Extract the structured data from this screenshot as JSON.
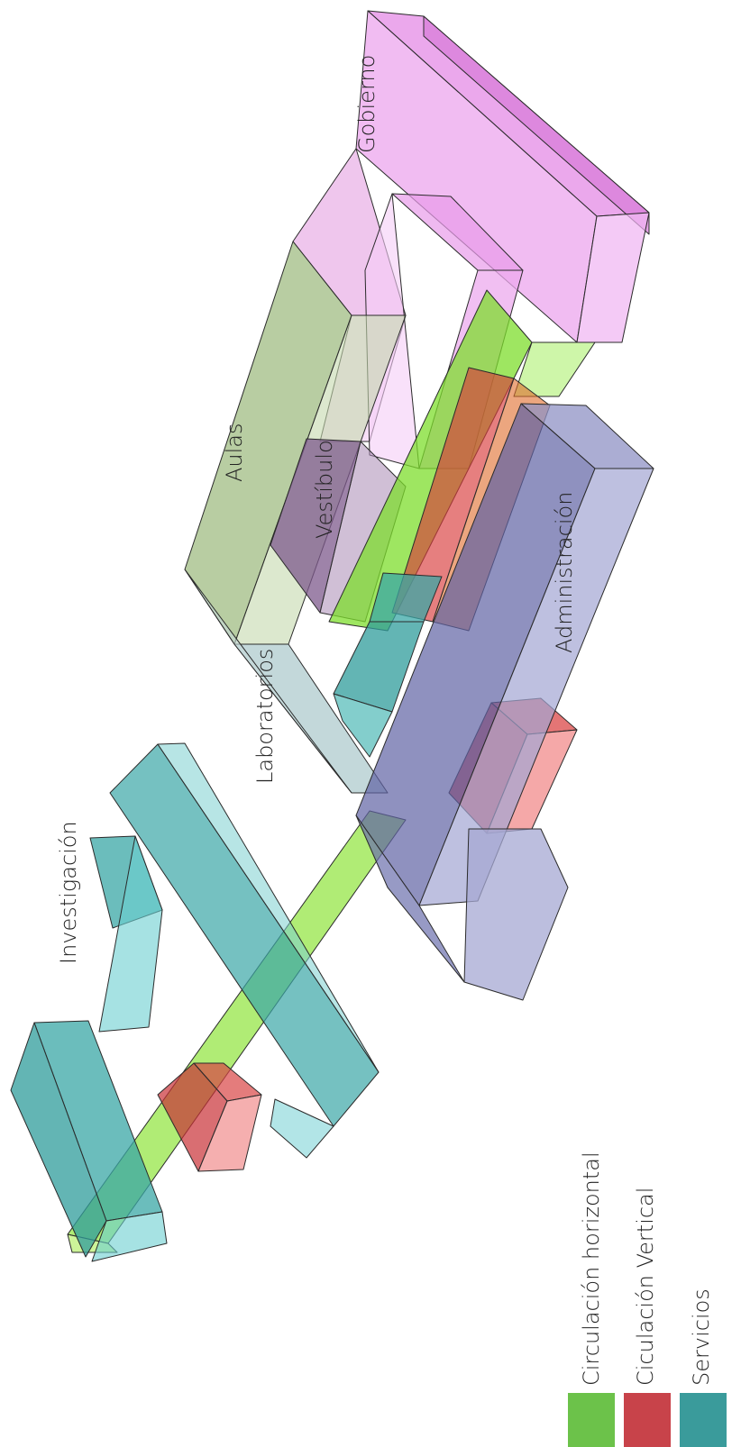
{
  "colors": {
    "horizontal": "#7dde2c",
    "vertical": "#d83a3a",
    "servicios": "#3aa7a6",
    "administracion": "#5f63a4",
    "gobierno": "#e48be6",
    "aulas": "#9ec07a",
    "vestibulo": "#7d5a8c",
    "laboratorios": "#9fc3c5"
  },
  "labels": {
    "gobierno": "Gobierno",
    "aulas": "Aulas",
    "vestibulo": "Vestíbulo",
    "administracion": "Administración",
    "laboratorios": "Laboratorios",
    "investigacion": "Investigación"
  },
  "legend": [
    {
      "label": "Circulación horizontal",
      "color": "#6cc24a"
    },
    {
      "label": "Ciculación Vertical",
      "color": "#c8434a"
    },
    {
      "label": "Servicios",
      "color": "#3a9b9b"
    }
  ]
}
